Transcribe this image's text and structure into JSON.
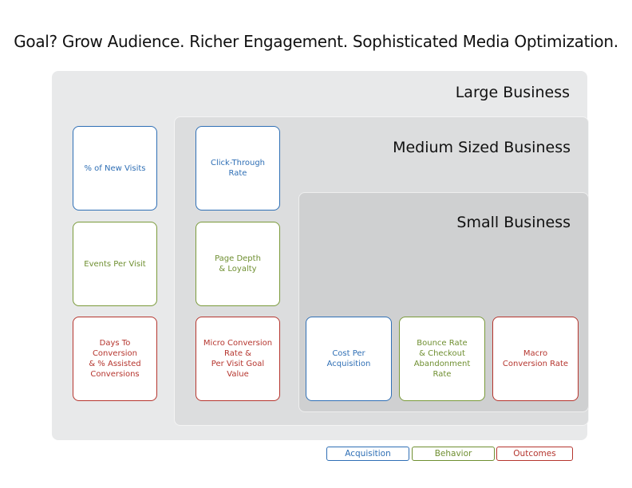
{
  "title": "Goal? Grow Audience. Richer Engagement. Sophisticated Media Optimization.",
  "panels": {
    "large": "Large Business",
    "medium": "Medium Sized Business",
    "small": "Small Business"
  },
  "metrics": {
    "new_visits": "% of New Visits",
    "events_per_visit": "Events Per Visit",
    "days_to_conversion": "Days To Conversion\n& % Assisted\nConversions",
    "click_through": "Click-Through\nRate",
    "page_depth": "Page Depth\n& Loyalty",
    "micro_conversion": "Micro Conversion\nRate &\nPer Visit Goal Value",
    "cost_per_acquisition": "Cost Per\nAcquisition",
    "bounce_rate": "Bounce Rate\n& Checkout\nAbandonment Rate",
    "macro_conversion": "Macro\nConversion Rate"
  },
  "legend": {
    "acquisition": "Acquisition",
    "behavior": "Behavior",
    "outcomes": "Outcomes"
  },
  "colors": {
    "acquisition": "#2f6fb5",
    "behavior": "#7a9a3a",
    "outcomes": "#b5352e"
  }
}
